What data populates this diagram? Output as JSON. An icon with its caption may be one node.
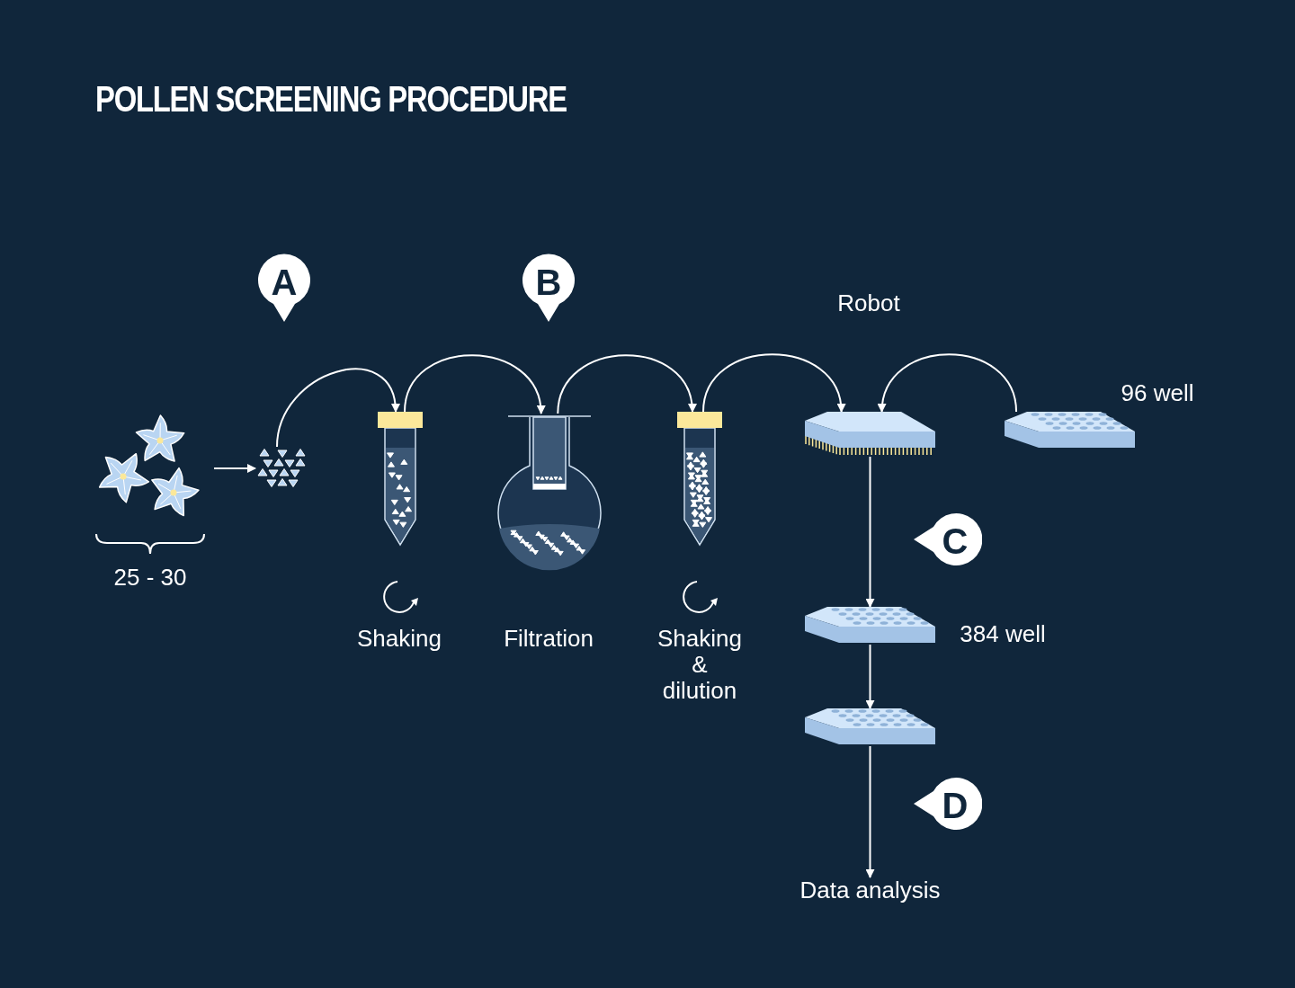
{
  "diagram": {
    "title": "POLLEN SCREENING PROCEDURE",
    "nodes": [
      {
        "text": [],
        "shape": "picture",
        "beside": [
          "25 - 30"
        ]
      },
      {
        "text": [],
        "shape": "picture"
      },
      {
        "text": [],
        "shape": "picture",
        "beside": [
          "Shaking"
        ]
      },
      {
        "text": [],
        "shape": "picture",
        "beside": [
          "Filtration"
        ]
      },
      {
        "text": [],
        "shape": "picture",
        "beside": [
          "Shaking & dilution"
        ]
      },
      {
        "text": [],
        "shape": "picture"
      },
      {
        "text": [],
        "shape": "picture",
        "beside": [
          "96 well"
        ]
      },
      {
        "text": [],
        "shape": "picture",
        "beside": [
          "384 well"
        ]
      },
      {
        "text": [],
        "shape": "picture"
      },
      {
        "text": [
          "Data analysis"
        ]
      },
      {
        "text": [
          "A"
        ]
      },
      {
        "text": [
          "B"
        ]
      },
      {
        "text": [
          "C"
        ]
      },
      {
        "text": [
          "D"
        ]
      }
    ],
    "edges": [
      {
        "from": 0,
        "to": 1,
        "arrow": "to"
      },
      {
        "from": 1,
        "to": 2,
        "arrow": "to"
      },
      {
        "from": 2,
        "to": 3,
        "arrow": "to"
      },
      {
        "from": 3,
        "to": 4,
        "arrow": "to"
      },
      {
        "from": 4,
        "to": 5,
        "arrow": "to"
      },
      {
        "from": 6,
        "to": 5,
        "arrow": "to"
      },
      {
        "from": 5,
        "to": 7,
        "arrow": "to"
      },
      {
        "from": 7,
        "to": 8,
        "arrow": "to"
      },
      {
        "from": 8,
        "to": 9,
        "arrow": "to"
      }
    ],
    "labels": [
      "Robot"
    ]
  }
}
